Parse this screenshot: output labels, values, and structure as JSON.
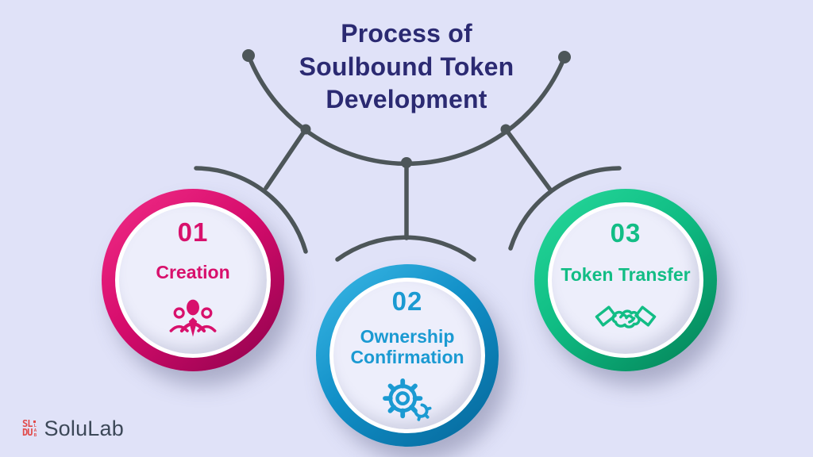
{
  "title": {
    "lines": [
      "Process of",
      "Soulbound Token",
      "Development"
    ],
    "color": "#2b2a72"
  },
  "background_color": "#e0e2f8",
  "connector_color": "#4d5659",
  "steps": [
    {
      "number": "01",
      "label_lines": [
        "Creation"
      ],
      "icon": "team-icon",
      "accent_color": "#d8106c",
      "ring_light": "#ef2b85",
      "ring_dark": "#92024e"
    },
    {
      "number": "02",
      "label_lines": [
        "Ownership",
        "Confirmation"
      ],
      "icon": "gears-icon",
      "accent_color": "#1b9ad2",
      "ring_light": "#39b6e4",
      "ring_dark": "#06699c"
    },
    {
      "number": "03",
      "label_lines": [
        "Token Transfer"
      ],
      "icon": "handshake-icon",
      "accent_color": "#12bd85",
      "ring_light": "#26d79a",
      "ring_dark": "#048459"
    }
  ],
  "footer": {
    "brand": "SoluLab",
    "mark_top": "SL",
    "mark_bottom": "DU",
    "mark_side": "LAB",
    "mark_color": "#e14b4b",
    "text_color": "#3c4858"
  }
}
